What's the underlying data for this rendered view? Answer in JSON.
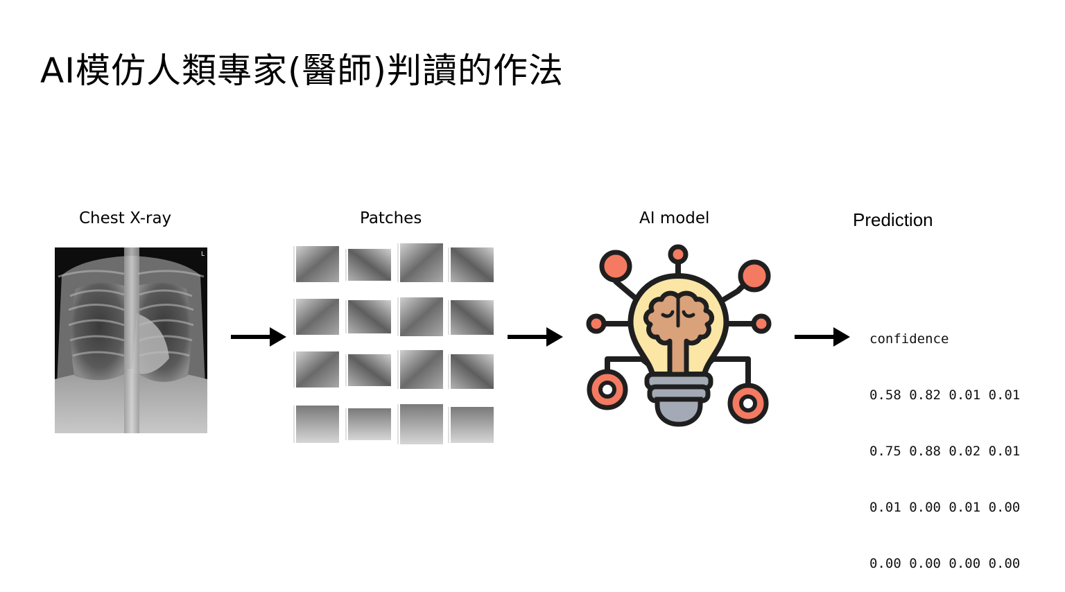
{
  "title": "AI模仿人類專家(醫師)判讀的作法",
  "stages": {
    "xray": "Chest X-ray",
    "patches": "Patches",
    "model": "AI model",
    "prediction": "Prediction"
  },
  "xray_marker": "L",
  "prediction": {
    "header": "confidence",
    "rows": [
      "0.58 0.82 0.01 0.01",
      "0.75 0.88 0.02 0.01",
      "0.01 0.00 0.01 0.00",
      "0.00 0.00 0.00 0.00"
    ]
  },
  "icons": {
    "arrow": "right-arrow-icon",
    "model": "lightbulb-brain-network-icon"
  },
  "colors": {
    "bulb_glass": "#fbe6a6",
    "brain": "#d9a27a",
    "node_accent": "#f47a62",
    "bulb_base": "#a4aab5",
    "outline": "#1f1f1f"
  }
}
